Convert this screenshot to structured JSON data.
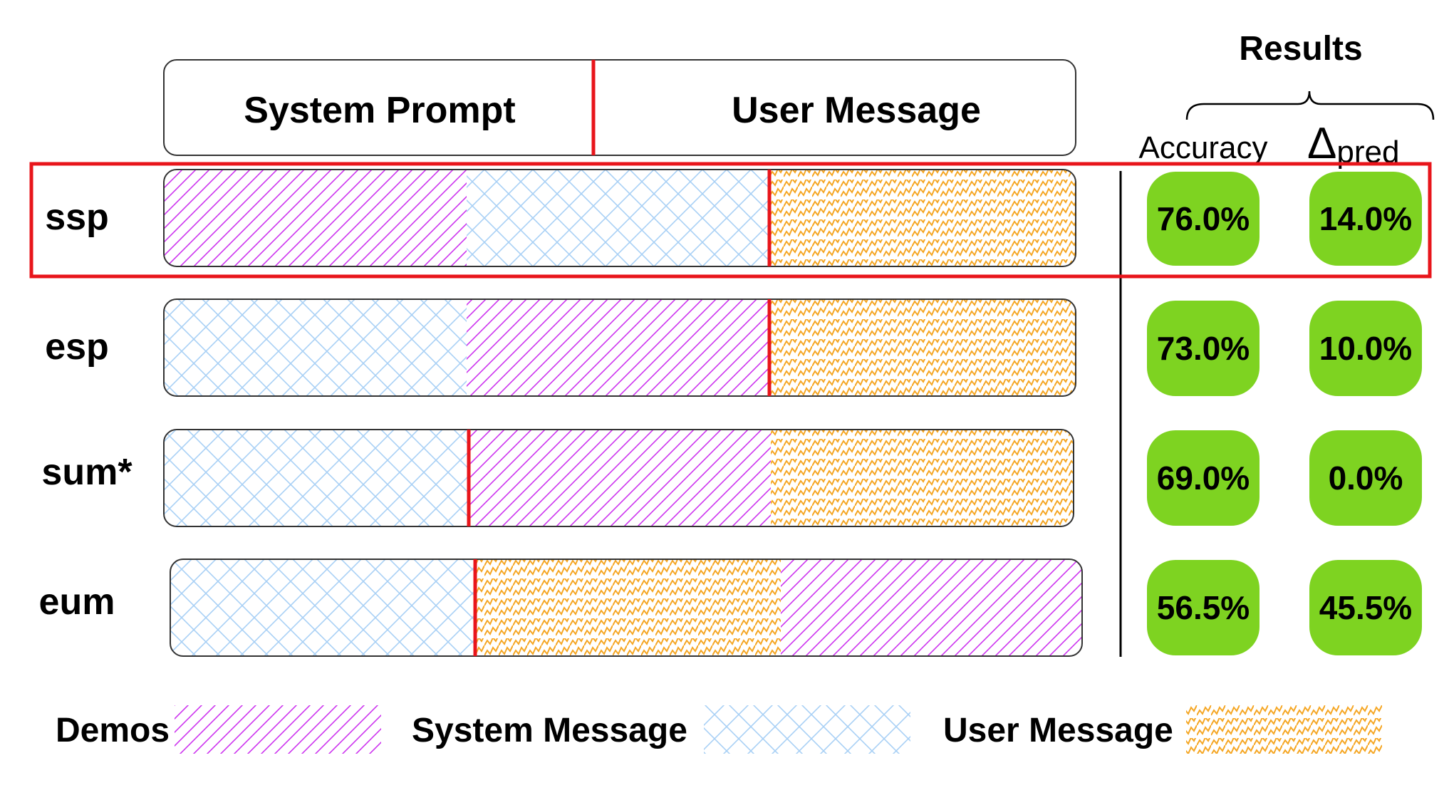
{
  "header": {
    "results_title": "Results",
    "left_label": "System Prompt",
    "right_label": "User Message",
    "col_accuracy": "Accuracy",
    "col_delta_symbol": "Δ",
    "col_delta_sub": "pred"
  },
  "rows": [
    {
      "name": "ssp",
      "segments": [
        "demos",
        "system",
        "user"
      ],
      "split_after": 2,
      "accuracy": "76.0%",
      "delta": "14.0%",
      "highlighted": true
    },
    {
      "name": "esp",
      "segments": [
        "system",
        "demos",
        "user"
      ],
      "split_after": 2,
      "accuracy": "73.0%",
      "delta": "10.0%",
      "highlighted": false
    },
    {
      "name": "sum*",
      "segments": [
        "system",
        "demos",
        "user"
      ],
      "split_after": 1,
      "accuracy": "69.0%",
      "delta": "0.0%",
      "highlighted": false
    },
    {
      "name": "eum",
      "segments": [
        "system",
        "user",
        "demos"
      ],
      "split_after": 1,
      "accuracy": "56.5%",
      "delta": "45.5%",
      "highlighted": false
    }
  ],
  "legend": [
    {
      "key": "demos",
      "label": "Demos"
    },
    {
      "key": "system",
      "label": "System Message"
    },
    {
      "key": "user",
      "label": "User Message"
    }
  ],
  "colors": {
    "demos": "#cc33ee",
    "system": "#a8d0f5",
    "user": "#f5a623",
    "divider": "#e8151b",
    "highlight": "#e8151b",
    "badge": "#7ed321"
  }
}
